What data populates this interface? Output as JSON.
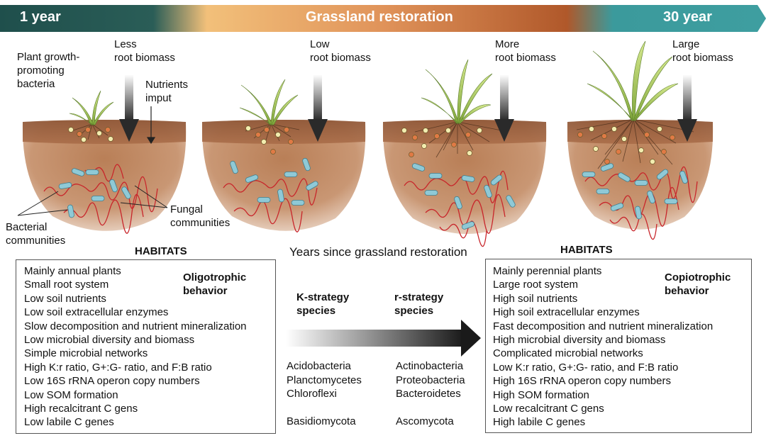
{
  "banner": {
    "left": "1 year",
    "center": "Grassland restoration",
    "right": "30 year",
    "colors": {
      "dark_teal": "#1f4f4c",
      "sand": "#f2c07a",
      "rust": "#b0582a",
      "teal": "#3b9a9c"
    }
  },
  "stages": [
    {
      "root_label": "Less\nroot biomass"
    },
    {
      "root_label": "Low\nroot biomass"
    },
    {
      "root_label": "More\nroot biomass"
    },
    {
      "root_label": "Large\nroot biomass"
    }
  ],
  "annotations": {
    "pgpb": "Plant growth-\npromoting\nbacteria",
    "nutrients": "Nutrients\nimput",
    "bacterial": "Bacterial\ncommunities",
    "fungal": "Fungal\ncommunities"
  },
  "middle": {
    "title": "Years since grassland restoration",
    "k_strategy": "K-strategy\nspecies",
    "r_strategy": "r-strategy\nspecies",
    "k_taxa": [
      "Acidobacteria",
      "Planctomycetes",
      "Chloroflexi",
      "",
      "Basidiomycota"
    ],
    "r_taxa": [
      "Actinobacteria",
      "Proteobacteria",
      "Bacteroidetes",
      "",
      "Ascomycota"
    ]
  },
  "habitats_left": {
    "title": "HABITATS",
    "behavior": "Oligotrophic\nbehavior",
    "items": [
      "Mainly annual plants",
      "Small root system",
      "Low soil nutrients",
      "Low soil extracellular enzymes",
      "Slow decomposition and nutrient mineralization",
      "Low microbial diversity and biomass",
      "Simple microbial networks",
      "High K:r ratio, G+:G- ratio, and F:B ratio",
      "Low 16S rRNA operon copy numbers",
      "Low SOM formation",
      "High recalcitrant C gens",
      "Low labile C genes"
    ]
  },
  "habitats_right": {
    "title": "HABITATS",
    "behavior": "Copiotrophic\nbehavior",
    "items": [
      "Mainly perennial plants",
      "Large root system",
      "High soil nutrients",
      "High soil extracellular enzymes",
      "Fast decomposition and nutrient mineralization",
      "High microbial diversity and biomass",
      "Complicated microbial networks",
      "Low K:r ratio, G+:G- ratio, and F:B ratio",
      "High 16S rRNA operon copy numbers",
      "High SOM formation",
      "Low recalcitrant C gens",
      "High labile C genes"
    ]
  }
}
